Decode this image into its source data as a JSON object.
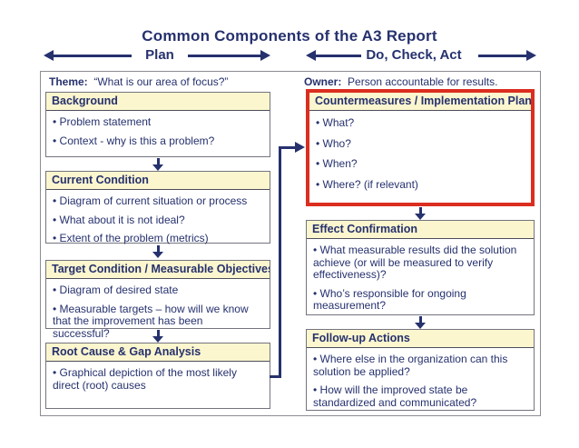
{
  "title": "Common Components of the A3 Report",
  "phases": {
    "plan": "Plan",
    "do_check_act": "Do, Check, Act"
  },
  "theme": {
    "label": "Theme:",
    "text": "“What is our area of focus?”"
  },
  "owner": {
    "label": "Owner:",
    "text": "Person accountable for results."
  },
  "colors": {
    "navy": "#26316e",
    "header_yellow": "#fbf6ce",
    "highlight_red": "#db2e20"
  },
  "left_boxes": [
    {
      "header": "Background",
      "items": [
        "Problem statement",
        "Context - why is this a problem?"
      ]
    },
    {
      "header": "Current Condition",
      "items": [
        "Diagram of current situation or process",
        "What about it is not ideal?",
        "Extent of the problem (metrics)"
      ]
    },
    {
      "header": "Target Condition / Measurable Objectives",
      "items": [
        "Diagram of desired state",
        "Measurable targets – how will we know that the improvement has been successful?"
      ]
    },
    {
      "header": "Root Cause & Gap Analysis",
      "items": [
        "Graphical depiction of the most likely direct (root) causes"
      ]
    }
  ],
  "right_boxes": [
    {
      "header": "Countermeasures / Implementation Plan",
      "items": [
        "What?",
        "Who?",
        "When?",
        "Where? (if relevant)"
      ]
    },
    {
      "header": "Effect Confirmation",
      "items": [
        "What measurable results did the solution achieve (or will be measured to verify effectiveness)?",
        "Who’s responsible for ongoing measurement?"
      ]
    },
    {
      "header": "Follow-up Actions",
      "items": [
        "Where else in the organization can this solution be applied?",
        "How will the improved state be standardized and communicated?"
      ]
    }
  ]
}
